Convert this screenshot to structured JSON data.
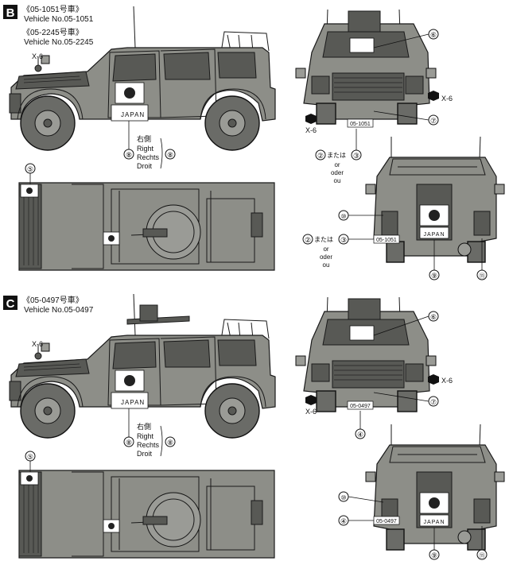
{
  "section_b": {
    "letter": "B",
    "vehicle_1_jp": "《05-1051号車》",
    "vehicle_1_en": "Vehicle No.05-1051",
    "vehicle_2_jp": "《05-2245号車》",
    "vehicle_2_en": "Vehicle No.05-2245",
    "mark_x6": "X-6",
    "side_jp": "右側",
    "side_en": "Right",
    "side_de": "Rechts",
    "side_fr": "Droit",
    "japan_label": "JAPAN",
    "plate": "05-1051",
    "or_jp": "または",
    "or_en": "or",
    "or_de": "oder",
    "or_fr": "ou",
    "callouts": {
      "c2": "②",
      "c3": "③",
      "c5": "⑤",
      "c6": "⑥",
      "c7": "⑦",
      "c8": "⑧",
      "c9": "⑨",
      "c10": "⑩",
      "c11": "⑪"
    }
  },
  "section_c": {
    "letter": "C",
    "vehicle_1_jp": "《05-0497号車》",
    "vehicle_1_en": "Vehicle No.05-0497",
    "mark_x6": "X-6",
    "side_jp": "右側",
    "side_en": "Right",
    "side_de": "Rechts",
    "side_fr": "Droit",
    "japan_label": "JAPAN",
    "plate": "05-0497",
    "callouts": {
      "c4": "④",
      "c5": "⑤",
      "c6": "⑥",
      "c7": "⑦",
      "c8": "⑧",
      "c9": "⑨",
      "c10": "⑩",
      "c11": "⑪"
    }
  },
  "colors": {
    "body": "#8d8e88",
    "outline": "#1a1a1a",
    "background": "#ffffff"
  }
}
